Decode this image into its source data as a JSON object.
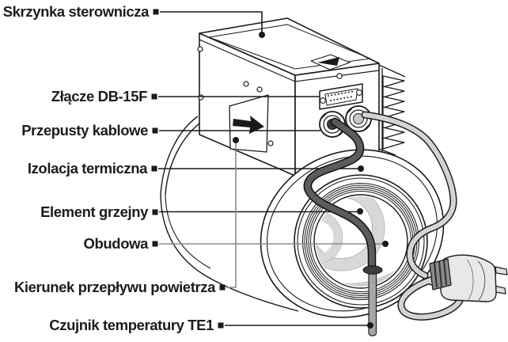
{
  "diagram": {
    "description_labels": [
      {
        "id": "skrzynka",
        "text": "Skrzynka sterownicza"
      },
      {
        "id": "zlacze",
        "text": "Złącze DB-15F"
      },
      {
        "id": "przepusty",
        "text": "Przepusty kablowe"
      },
      {
        "id": "izolacja",
        "text": "Izolacja termiczna"
      },
      {
        "id": "element",
        "text": "Element grzejny"
      },
      {
        "id": "obudowa",
        "text": "Obudowa"
      },
      {
        "id": "kierunek",
        "text": "Kierunek przepływu powietrza"
      },
      {
        "id": "czujnik",
        "text": "Czujnik temperatury TE1"
      }
    ],
    "colors": {
      "background": "#ffffff",
      "line": "#1a1a1a",
      "gray_leader": "#8c8c8c",
      "text": "#1c1c1e",
      "cable_dark": "#5c5c5c",
      "cable_light": "#d4d4d4",
      "element_fill": "#d8d8d8",
      "plug_body": "#e8e8e8"
    }
  }
}
